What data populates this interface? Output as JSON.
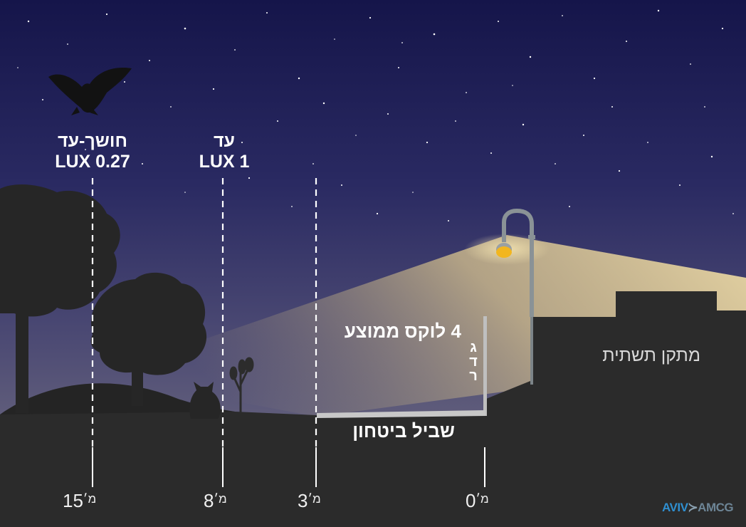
{
  "zones": {
    "dark": {
      "line1": "חושך-עד",
      "line2": "LUX 0.27"
    },
    "moon": {
      "line1": "עד",
      "line2": "LUX 1"
    }
  },
  "lux_average_label": "4 לוקס ממוצע",
  "fence_label": [
    "ג",
    "ד",
    "ר"
  ],
  "safety_path_label": "שביל ביטחון",
  "infrastructure_label": "מתקן תשתית",
  "distances": [
    {
      "value": "15",
      "unit": "מ׳"
    },
    {
      "value": "8",
      "unit": "מ׳"
    },
    {
      "value": "3",
      "unit": "מ׳"
    },
    {
      "value": "0",
      "unit": "מ׳"
    }
  ],
  "logo": {
    "part1": "AVIV",
    "part2": "≻",
    "part3": "AMCG"
  },
  "colors": {
    "sky_top": "#1a1a4e",
    "sky_bottom": "#6b6888",
    "ground": "#2b2b2b",
    "lamp": "#f2b61f",
    "light_beam": "#e8d59c"
  }
}
